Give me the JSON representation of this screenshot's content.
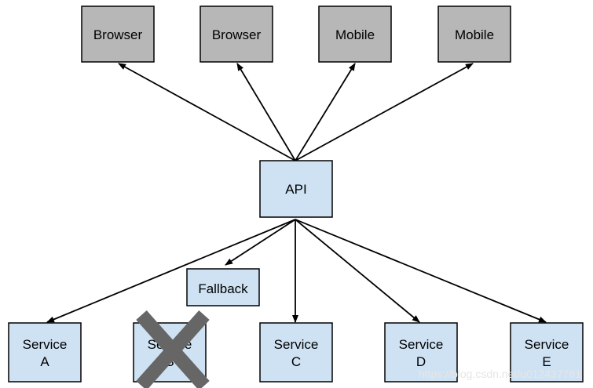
{
  "diagram": {
    "clients": [
      {
        "label": "Browser"
      },
      {
        "label": "Browser"
      },
      {
        "label": "Mobile"
      },
      {
        "label": "Mobile"
      }
    ],
    "api": {
      "label": "API"
    },
    "fallback": {
      "label": "Fallback"
    },
    "services": [
      {
        "line1": "Service",
        "line2": "A"
      },
      {
        "line1": "Service",
        "line2": "B"
      },
      {
        "line1": "Service",
        "line2": "C"
      },
      {
        "line1": "Service",
        "line2": "D"
      },
      {
        "line1": "Service",
        "line2": "E"
      }
    ],
    "failed_service_marker": "X",
    "watermark": "https://blog.csdn.net/u012437781"
  },
  "colors": {
    "client_fill": "#b7b7b7",
    "api_fill": "#cfe2f3",
    "service_fill": "#cfe2f3",
    "x_mark": "#666666"
  }
}
